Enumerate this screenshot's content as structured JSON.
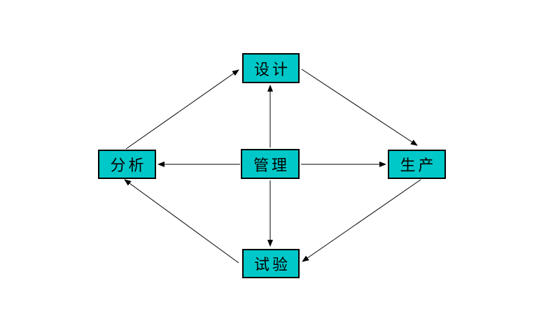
{
  "colors": {
    "node_fill": "#00C8C8",
    "node_border": "#000000",
    "arrow": "#000000",
    "background": "#FFFFFF"
  },
  "nodes": {
    "design": "设计",
    "analysis": "分析",
    "management": "管理",
    "production": "生产",
    "testing": "试验"
  },
  "edges": [
    {
      "from": "analysis",
      "to": "design"
    },
    {
      "from": "design",
      "to": "production"
    },
    {
      "from": "production",
      "to": "testing"
    },
    {
      "from": "testing",
      "to": "analysis"
    },
    {
      "from": "management",
      "to": "design"
    },
    {
      "from": "management",
      "to": "analysis"
    },
    {
      "from": "management",
      "to": "production"
    },
    {
      "from": "management",
      "to": "testing"
    }
  ]
}
